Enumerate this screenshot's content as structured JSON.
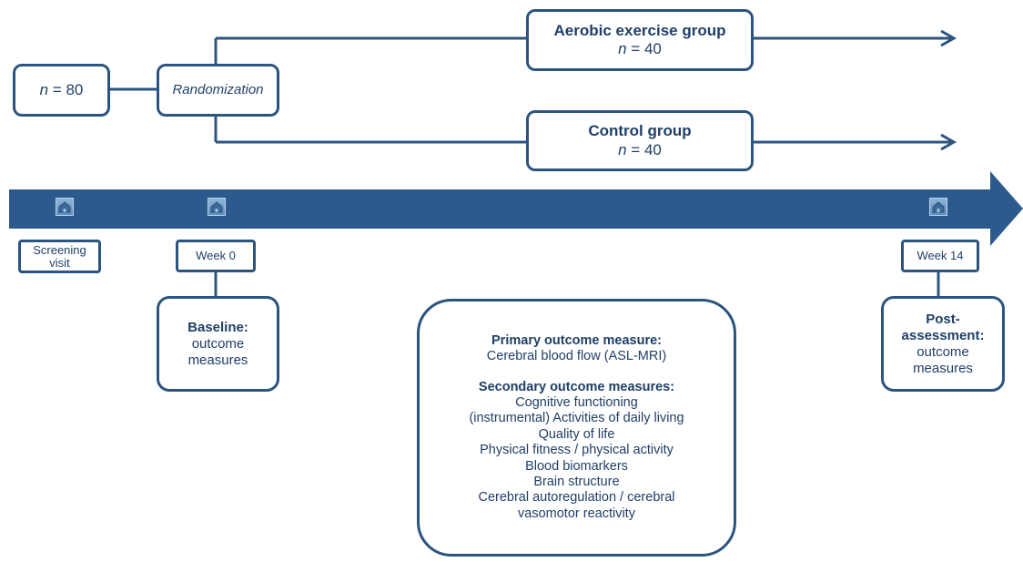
{
  "flow": {
    "sample": {
      "italic_n": "n",
      "value_text": " = 80"
    },
    "randomization_label": "Randomization",
    "aerobic_group": {
      "title": "Aerobic exercise group",
      "italic_n": "n",
      "value_text": " = 40"
    },
    "control_group": {
      "title": "Control group",
      "italic_n": "n",
      "value_text": " = 40"
    }
  },
  "timeline": {
    "color": "#2c5a8c",
    "milestones": [
      {
        "label": "Screening visit",
        "icon": "home-icon"
      },
      {
        "label": "Week 0",
        "icon": "home-icon"
      },
      {
        "label": "Week 14",
        "icon": "home-icon"
      }
    ]
  },
  "baseline": {
    "title": "Baseline:",
    "line1": "outcome",
    "line2": "measures"
  },
  "post": {
    "title1": "Post-",
    "title2": "assessment:",
    "line1": "outcome",
    "line2": "measures"
  },
  "outcomes": {
    "primary_title": "Primary outcome measure:",
    "primary_item": "Cerebral blood flow (ASL-MRI)",
    "secondary_title": "Secondary outcome measures:",
    "secondary_items": [
      "Cognitive functioning",
      "(instrumental) Activities of daily living",
      "Quality of life",
      "Physical fitness / physical activity",
      "Blood biomarkers",
      "Brain structure",
      "Cerebral autoregulation / cerebral",
      "vasomotor reactivity"
    ]
  },
  "colors": {
    "border": "#2c5480",
    "text": "#1f3f68",
    "timeline": "#2c5a8c"
  }
}
